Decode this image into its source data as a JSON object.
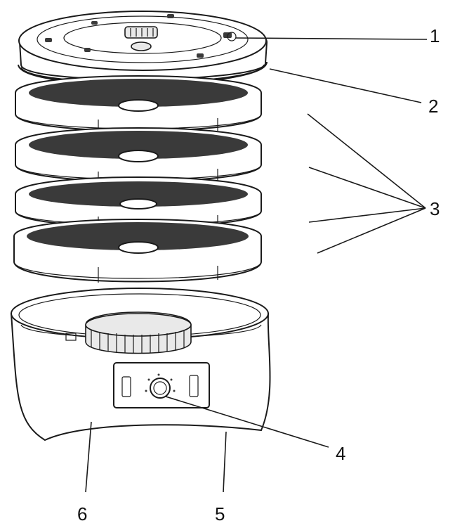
{
  "callouts": {
    "c1": "1",
    "c2": "2",
    "c3": "3",
    "c4": "4",
    "c5": "5",
    "c6": "6"
  },
  "colors": {
    "line": "#1a1a1a",
    "mesh": "#3a3a3a",
    "background": "#ffffff"
  },
  "parts": [
    "lid",
    "lid-rim",
    "tray",
    "tray",
    "tray",
    "tray",
    "control-knob",
    "base-housing",
    "base-side"
  ]
}
